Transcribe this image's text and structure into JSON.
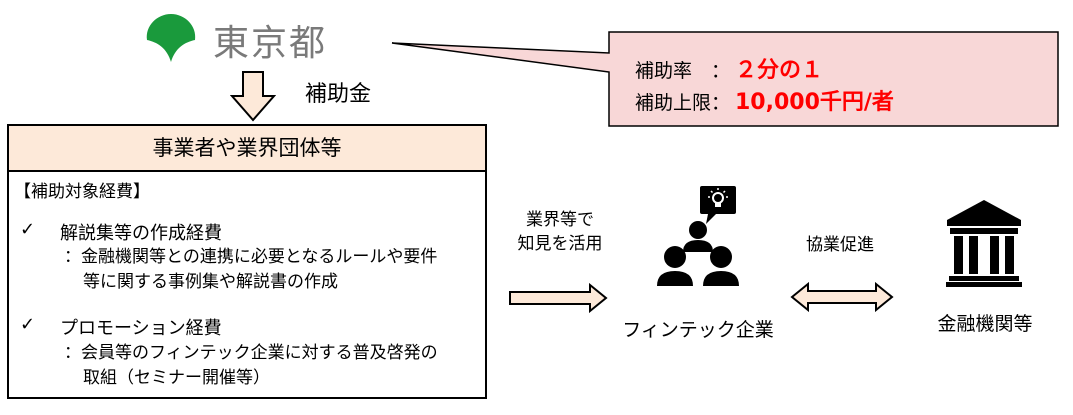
{
  "logo": {
    "text": "東京都"
  },
  "callout": {
    "row1_label": "補助率　：",
    "row1_value": "２分の１",
    "row2_label": "補助上限：",
    "row2_value": "10,000千円/者"
  },
  "subsidy_label": "補助金",
  "main_box": {
    "header": "事業者や業界団体等",
    "section_title": "【補助対象経費】",
    "items": [
      {
        "check": "✓",
        "title": "解説集等の作成経費",
        "desc": [
          "：金融機関等との連携に必要となるルールや要件",
          "等に関する事例集や解説書の作成"
        ]
      },
      {
        "check": "✓",
        "title": "プロモーション経費",
        "desc": [
          "：会員等のフィンテック企業に対する普及啓発の",
          "取組（セミナー開催等）"
        ]
      }
    ]
  },
  "arrow_label": [
    "業界等で",
    "知見を活用"
  ],
  "fintech": {
    "caption": "フィンテック企業"
  },
  "collab_label": "協業促進",
  "bank": {
    "caption": "金融機関等"
  },
  "colors": {
    "logo_green": "#1a9a3c",
    "value_red": "#ff0000",
    "callout_fill": "#f8d7d7",
    "header_fill": "#fde9d9",
    "arrow_fill": "#fde9d9"
  }
}
